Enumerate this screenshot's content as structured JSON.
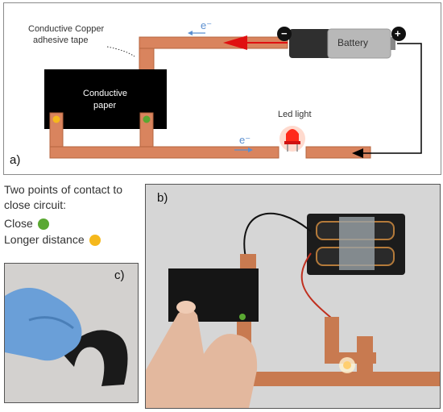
{
  "panel_a": {
    "letter": "a)",
    "tape_label_line1": "Conductive Copper",
    "tape_label_line2": "adhesive tape",
    "paper_label_line1": "Conductive",
    "paper_label_line2": "paper",
    "battery_label": "Battery",
    "battery_minus": "−",
    "battery_plus": "+",
    "electron_top": "e⁻",
    "electron_bottom": "e⁻",
    "led_label": "Led light"
  },
  "legend": {
    "heading_line1": "Two points of contact to",
    "heading_line2": "close circuit:",
    "close_label": "Close",
    "longer_label": "Longer distance",
    "close_color": "#5aa832",
    "longer_color": "#f5b81c"
  },
  "panel_b": {
    "letter": "b)"
  },
  "panel_c": {
    "letter": "c)"
  },
  "colors": {
    "copper": "#d9845e",
    "copper_edge": "#b5653f",
    "red_arrow": "#e01010",
    "blue_arrow": "#5b8fd0"
  }
}
